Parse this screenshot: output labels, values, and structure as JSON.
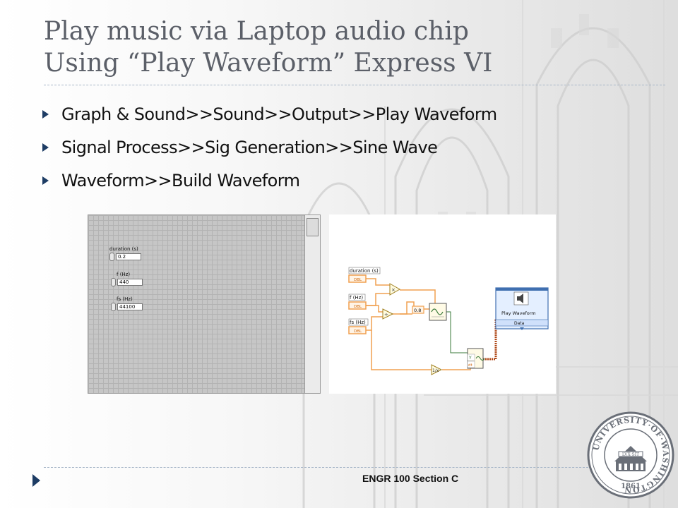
{
  "slide": {
    "title_line1": "Play music via Laptop audio chip",
    "title_line2": "Using “Play Waveform” Express VI",
    "bullets": [
      "Graph & Sound>>Sound>>Output>>Play Waveform",
      "Signal Process>>Sig Generation>>Sine Wave",
      "Waveform>>Build Waveform"
    ],
    "footer": "ENGR 100 Section C"
  },
  "front_panel": {
    "controls": [
      {
        "label": "duration (s)",
        "value": "0.2"
      },
      {
        "label": "f (Hz)",
        "value": "440"
      },
      {
        "label": "fs (Hz)",
        "value": "44100"
      }
    ]
  },
  "block_diagram": {
    "terminals": [
      {
        "label": "duration (s)",
        "type": "DBL"
      },
      {
        "label": "f (Hz)",
        "type": "DBL"
      },
      {
        "label": "fs (Hz)",
        "type": "DBL"
      }
    ],
    "constant": "0.8",
    "express_vi": {
      "title": "Play Waveform",
      "input": "Data"
    },
    "build_waveform_inputs": [
      "Y",
      "dt"
    ]
  },
  "seal": {
    "text": "UNIVERSITY·OF·WASHINGTON",
    "motto": "LVX·SIT",
    "year": "1861"
  },
  "colors": {
    "title": "#5b5f68",
    "bullet": "#1d3c64",
    "wire_orange": "#f0a050",
    "express_blue": "#3f6fb0",
    "seal": "#6a6f78"
  }
}
